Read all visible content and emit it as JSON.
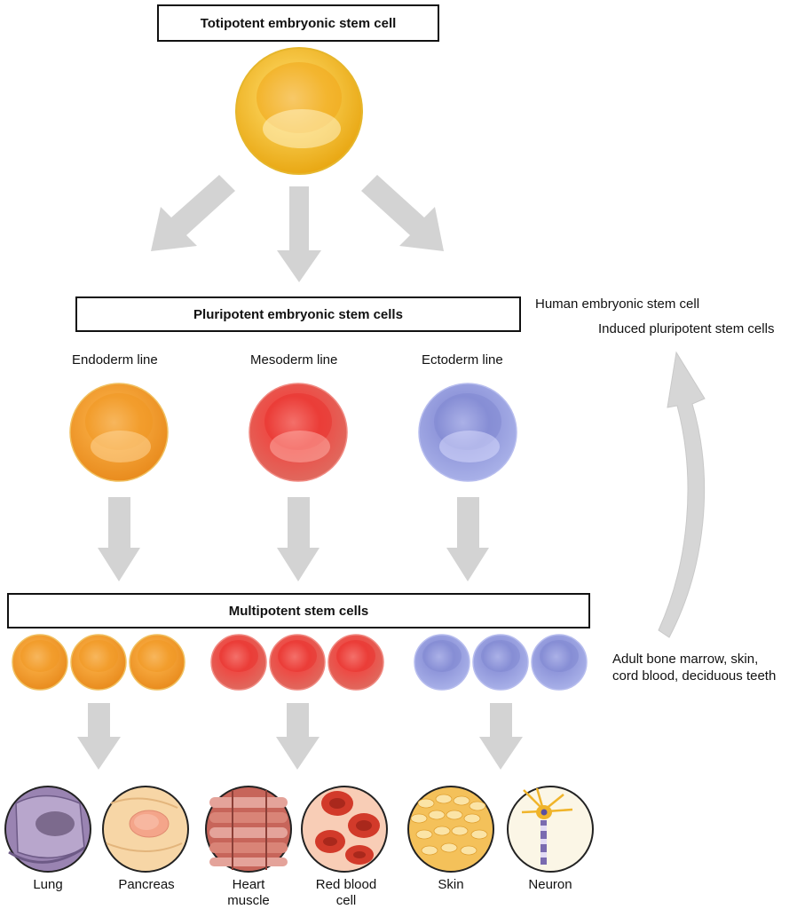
{
  "titles": {
    "totipotent": "Totipotent embryonic stem cell",
    "pluripotent": "Pluripotent embryonic stem cells",
    "multipotent": "Multipotent stem cells"
  },
  "lines": [
    "Endoderm line",
    "Mesoderm line",
    "Ectoderm line"
  ],
  "side": {
    "human_esc": "Human embryonic stem cell",
    "induced": "Induced pluripotent stem cells",
    "adult_1": "Adult bone marrow, skin,",
    "adult_2": "cord blood, deciduous teeth"
  },
  "cells": [
    {
      "name": "Lung"
    },
    {
      "name": "Pancreas"
    },
    {
      "name": "Heart muscle"
    },
    {
      "name": "Red blood cell"
    },
    {
      "name": "Skin"
    },
    {
      "name": "Neuron"
    }
  ],
  "colors": {
    "totipotent": "#f2b51f",
    "endoderm": "#f0a030",
    "mesoderm": "#e8413c",
    "ectoderm": "#8c93d6",
    "arrow": "#d3d3d3"
  }
}
